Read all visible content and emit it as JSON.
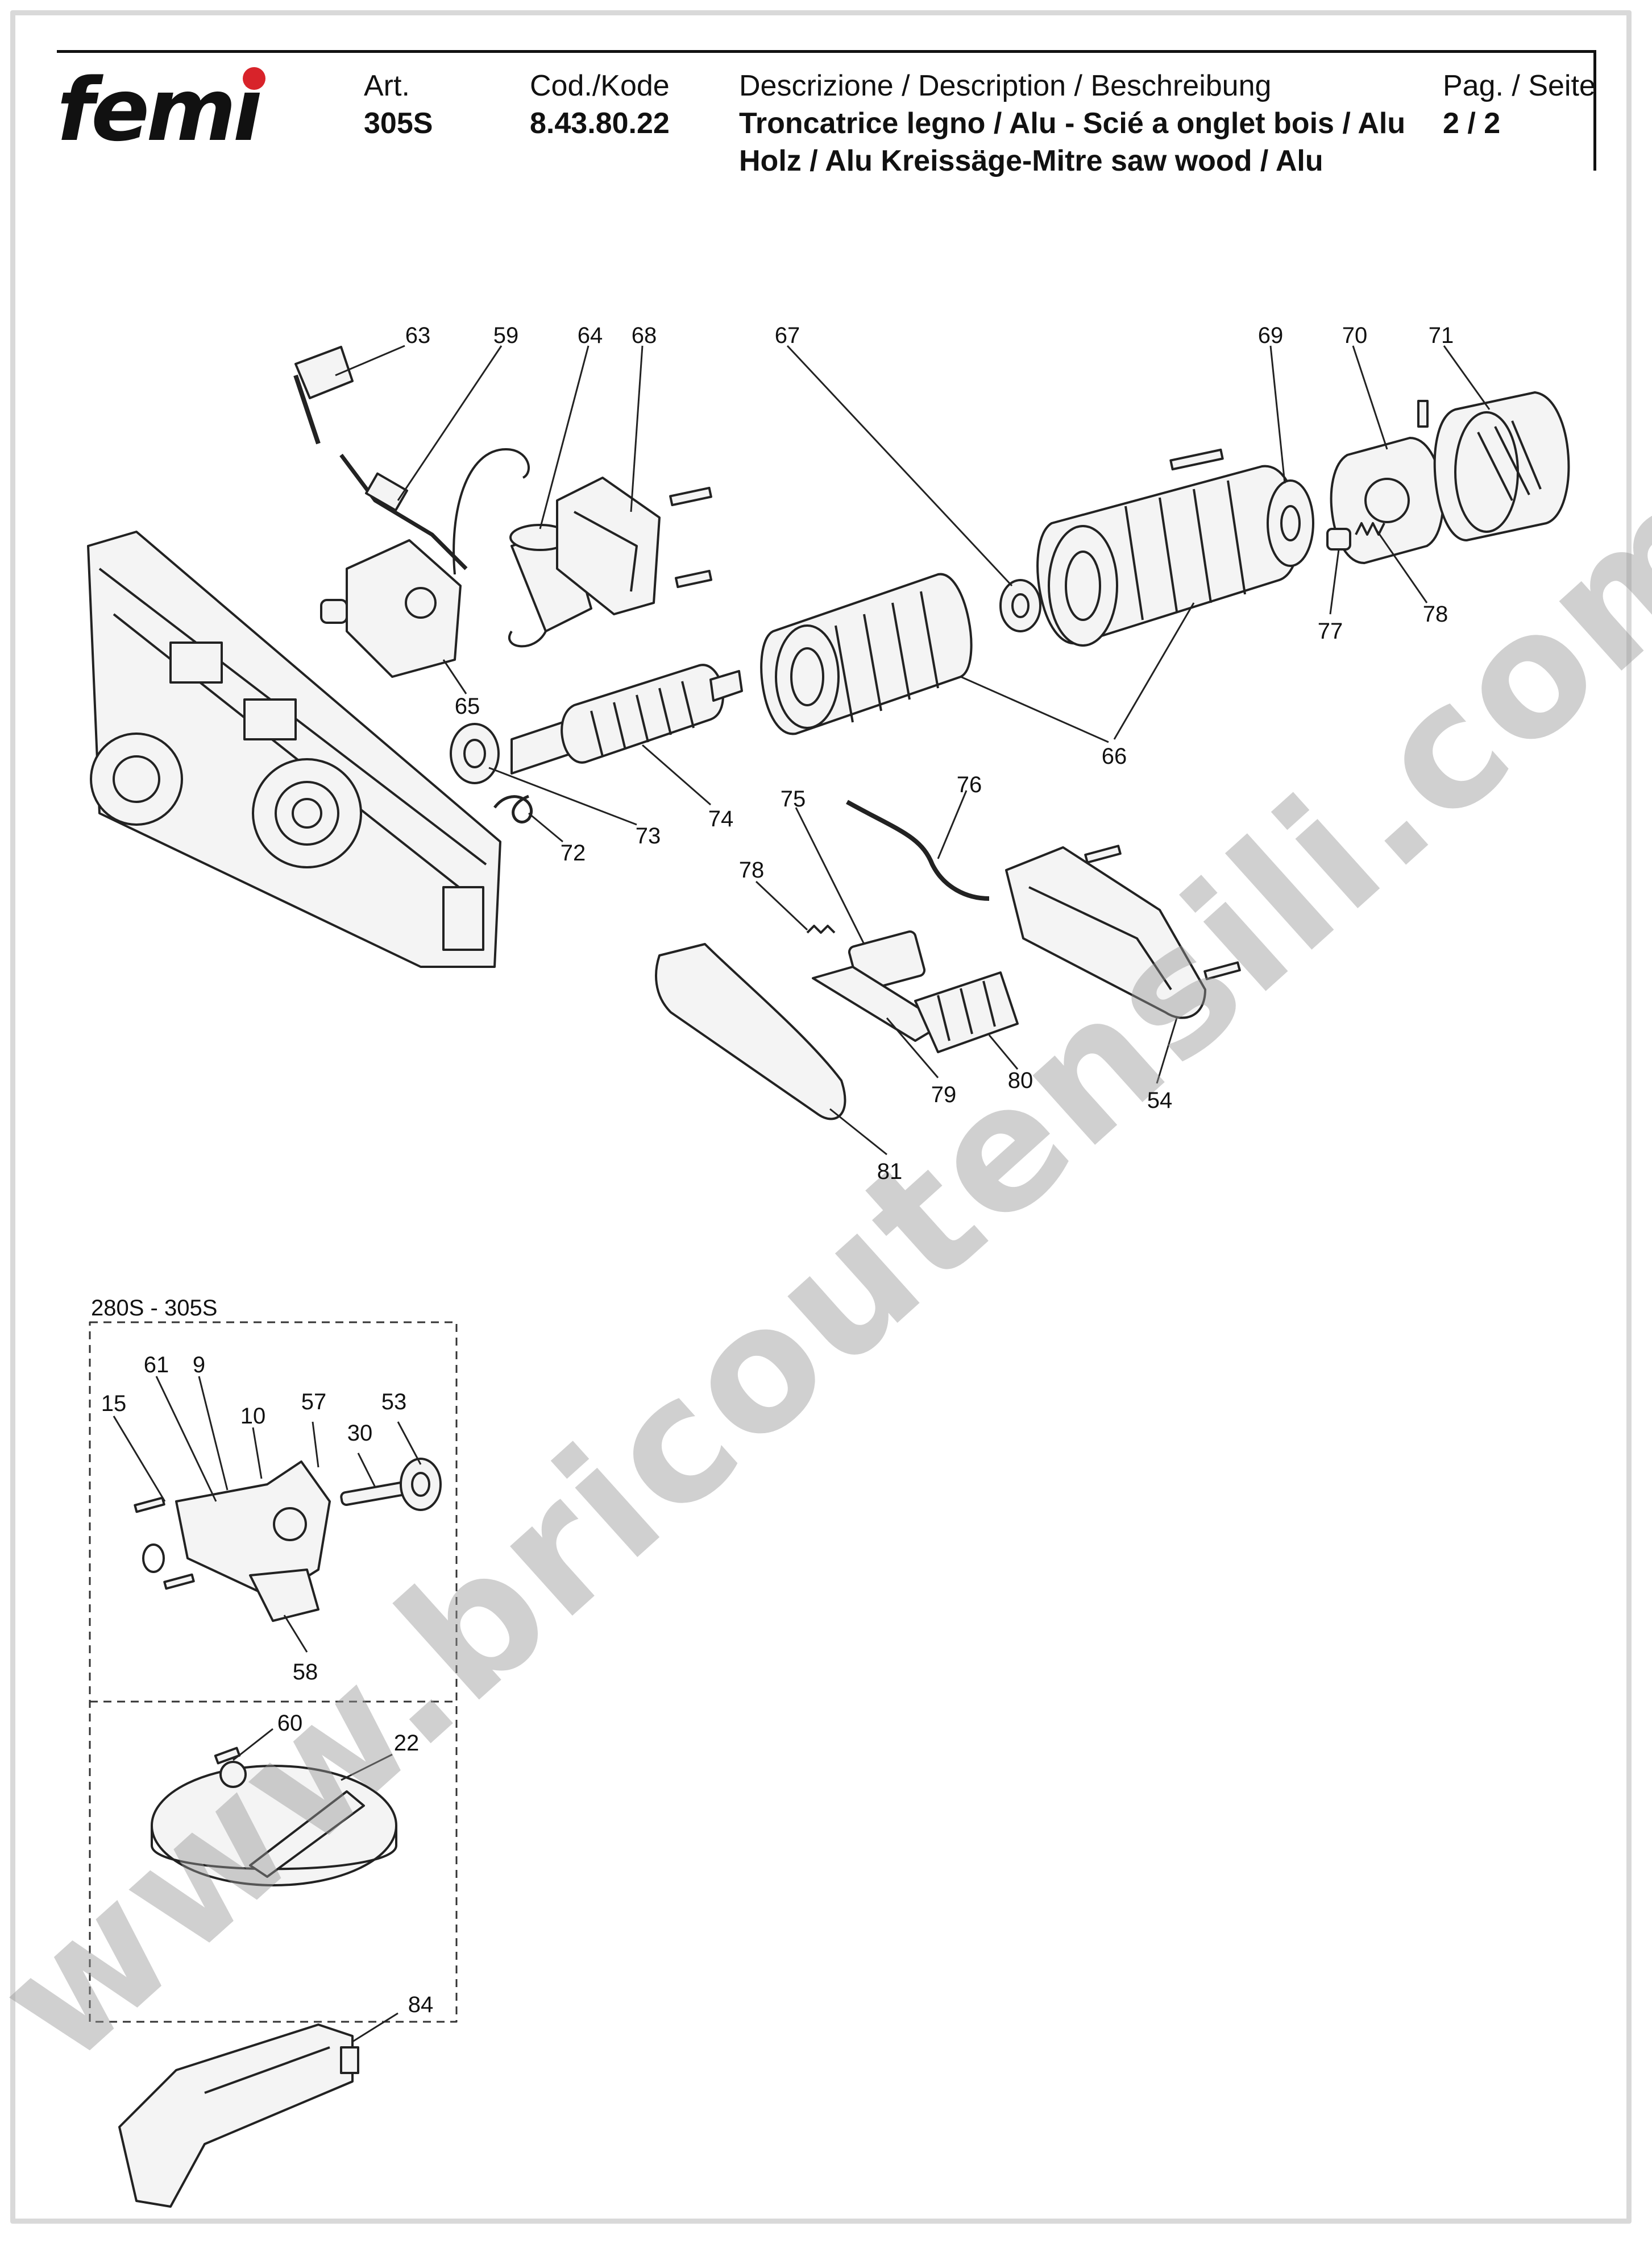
{
  "header": {
    "logo_text": "femi",
    "art_label": "Art.",
    "art_value": "305S",
    "code_label": "Cod./Kode",
    "code_value": "8.43.80.22",
    "description_label": "Descrizione / Description / Beschreibung",
    "description_line1": "Troncatrice legno / Alu - Scié a onglet bois / Alu",
    "description_line2": "Holz / Alu Kreissäge-Mitre saw wood / Alu",
    "page_label": "Pag. / Seite",
    "page_value": "2 / 2"
  },
  "watermark": "www.bricoutensili.com",
  "inset": {
    "label": "280S - 305S"
  },
  "callouts": {
    "c63": "63",
    "c59": "59",
    "c64": "64",
    "c68": "68",
    "c67": "67",
    "c69": "69",
    "c70": "70",
    "c71": "71",
    "c77": "77",
    "c78a": "78",
    "c65": "65",
    "c66": "66",
    "c73": "73",
    "c74": "74",
    "c72": "72",
    "c75": "75",
    "c76": "76",
    "c78b": "78",
    "c79": "79",
    "c80": "80",
    "c54": "54",
    "c81": "81",
    "c61": "61",
    "c9": "9",
    "c15": "15",
    "c10": "10",
    "c57": "57",
    "c30": "30",
    "c53": "53",
    "c58": "58",
    "c60": "60",
    "c22": "22",
    "c84": "84"
  },
  "colors": {
    "logo_dot": "#d8232a",
    "line": "#222222",
    "part_fill": "#f4f4f4",
    "watermark": "#969696"
  }
}
